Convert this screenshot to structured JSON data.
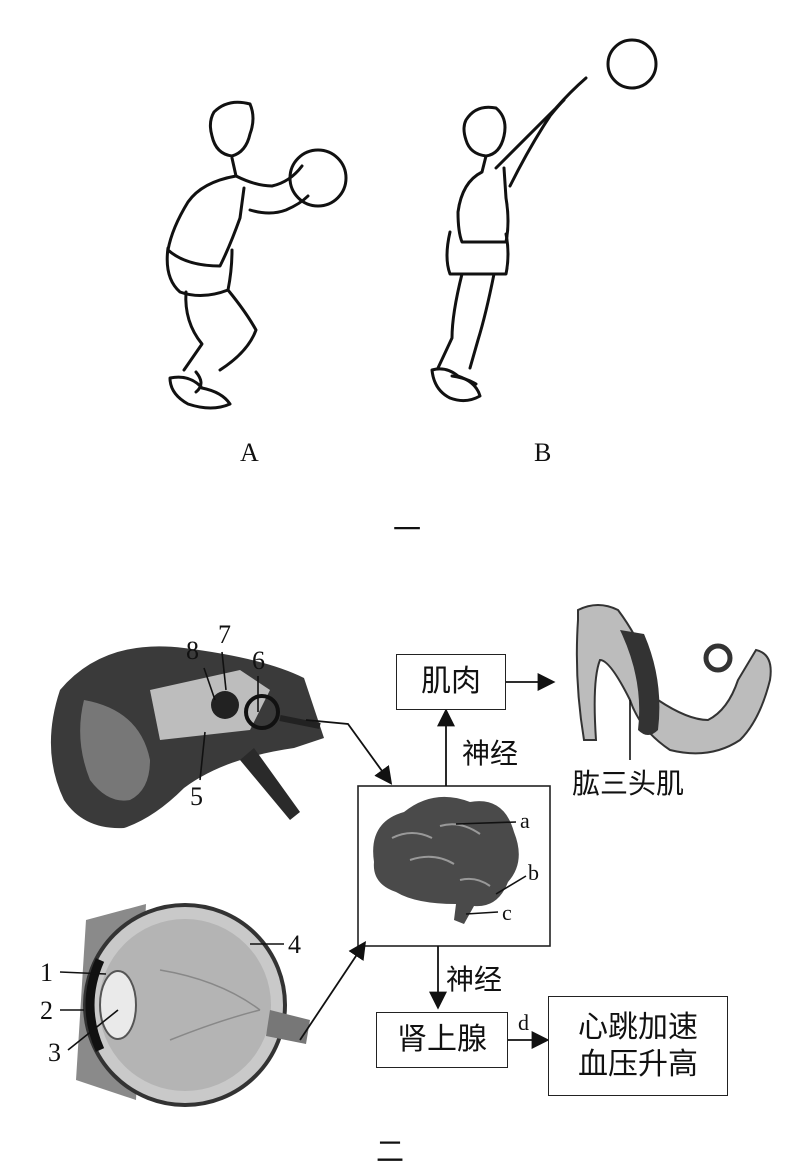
{
  "figure1": {
    "label_a": "A",
    "label_b": "B",
    "caption": "一"
  },
  "figure2": {
    "caption": "二",
    "ear_numbers": {
      "n5": "5",
      "n6": "6",
      "n7": "7",
      "n8": "8"
    },
    "eye_numbers": {
      "n1": "1",
      "n2": "2",
      "n3": "3",
      "n4": "4"
    },
    "brain_letters": {
      "a": "a",
      "b": "b",
      "c": "c"
    },
    "boxes": {
      "muscle": "肌肉",
      "adrenal": "肾上腺",
      "effect_line1": "心跳加速",
      "effect_line2": "血压升高"
    },
    "nerve_up": "神经",
    "nerve_down": "神经",
    "arrow_d": "d",
    "triceps": "肱三头肌"
  }
}
